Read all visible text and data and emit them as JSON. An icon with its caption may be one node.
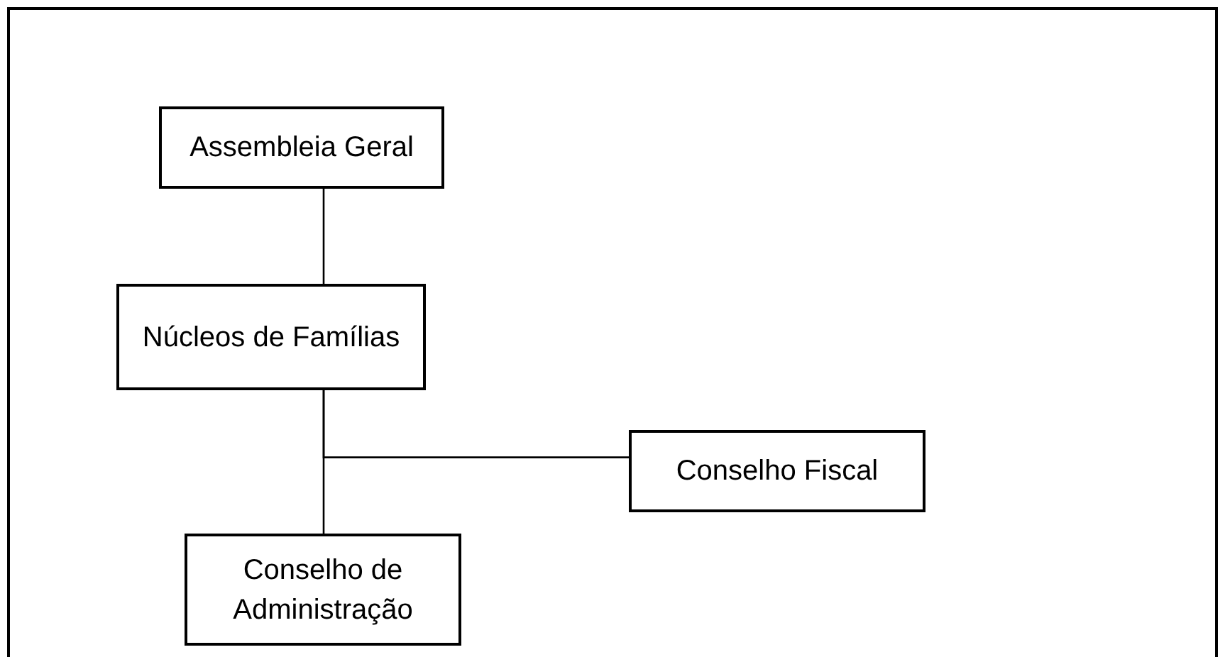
{
  "diagram": {
    "nodes": [
      {
        "text": [
          "Assembleia Geral"
        ]
      },
      {
        "text": [
          "Núcleos de Famílias"
        ]
      },
      {
        "text": [
          "Conselho Fiscal"
        ]
      },
      {
        "text": [
          "Conselho de Administração"
        ]
      }
    ],
    "edges": [
      {
        "from": 0,
        "to": 1,
        "arrow": "none"
      },
      {
        "from": 1,
        "to": 3,
        "arrow": "none"
      },
      {
        "from": 1,
        "to": 2,
        "arrow": "none"
      }
    ]
  }
}
